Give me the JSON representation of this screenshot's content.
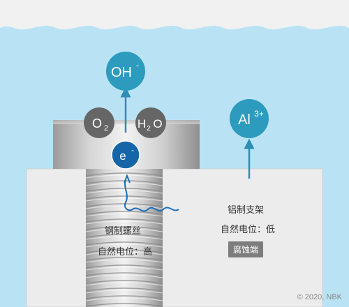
{
  "colors": {
    "water": "#b9e3f5",
    "sky": "#f1f1f1",
    "aluminum_block": "#ececec",
    "ion_circle": "#2c9bbd",
    "electron_circle": "#1665a8",
    "molecule_circle": "#666666",
    "arrow": "#2a8fb3",
    "wavy_path": "#1e6fb8",
    "badge": "#7d7d7d"
  },
  "ions": {
    "hydroxide": "OH",
    "hydroxide_charge": "-",
    "aluminum": "Al",
    "aluminum_charge": "3+"
  },
  "molecules": {
    "oxygen": "O",
    "oxygen_sub": "2",
    "water_a": "H",
    "water_sub": "2",
    "water_b": "O"
  },
  "electron": {
    "symbol": "e",
    "charge": "-"
  },
  "labels": {
    "bolt_name": "钢制螺丝",
    "bolt_potential": "自然电位：高",
    "bracket_name": "铝制支架",
    "bracket_potential": "自然电位：低",
    "corrosion_badge": "腐蚀端"
  },
  "copyright": "© 2020, NBK"
}
